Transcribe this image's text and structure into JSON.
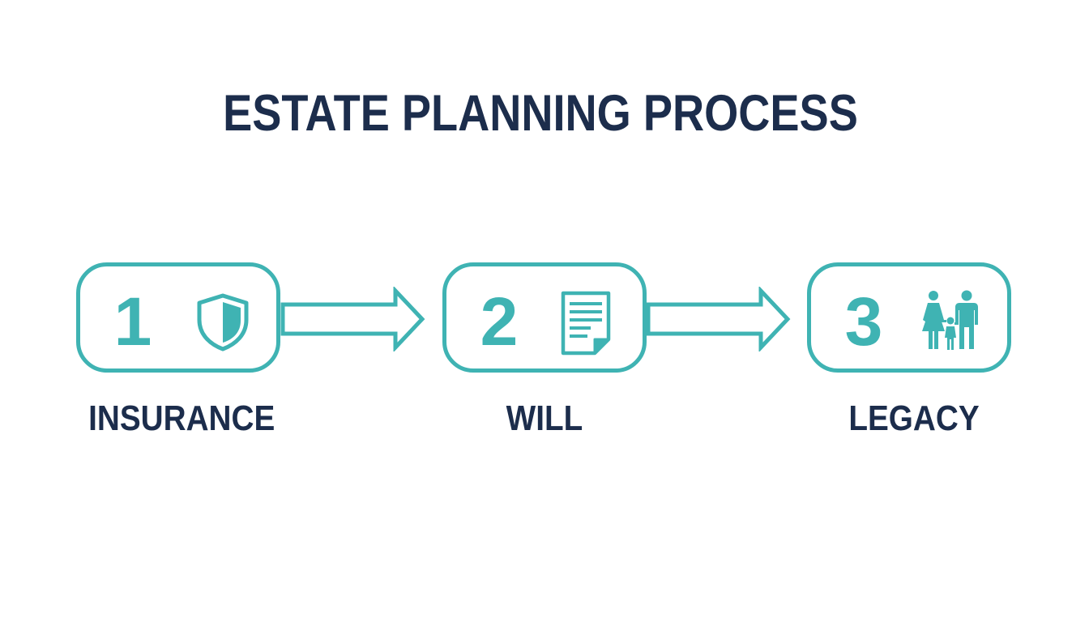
{
  "title": "ESTATE PLANNING PROCESS",
  "colors": {
    "accent": "#3fb3b3",
    "text": "#1c2d4c",
    "background": "#ffffff"
  },
  "steps": [
    {
      "number": "1",
      "label": "INSURANCE",
      "icon": "shield-icon"
    },
    {
      "number": "2",
      "label": "WILL",
      "icon": "document-icon"
    },
    {
      "number": "3",
      "label": "LEGACY",
      "icon": "family-icon"
    }
  ]
}
